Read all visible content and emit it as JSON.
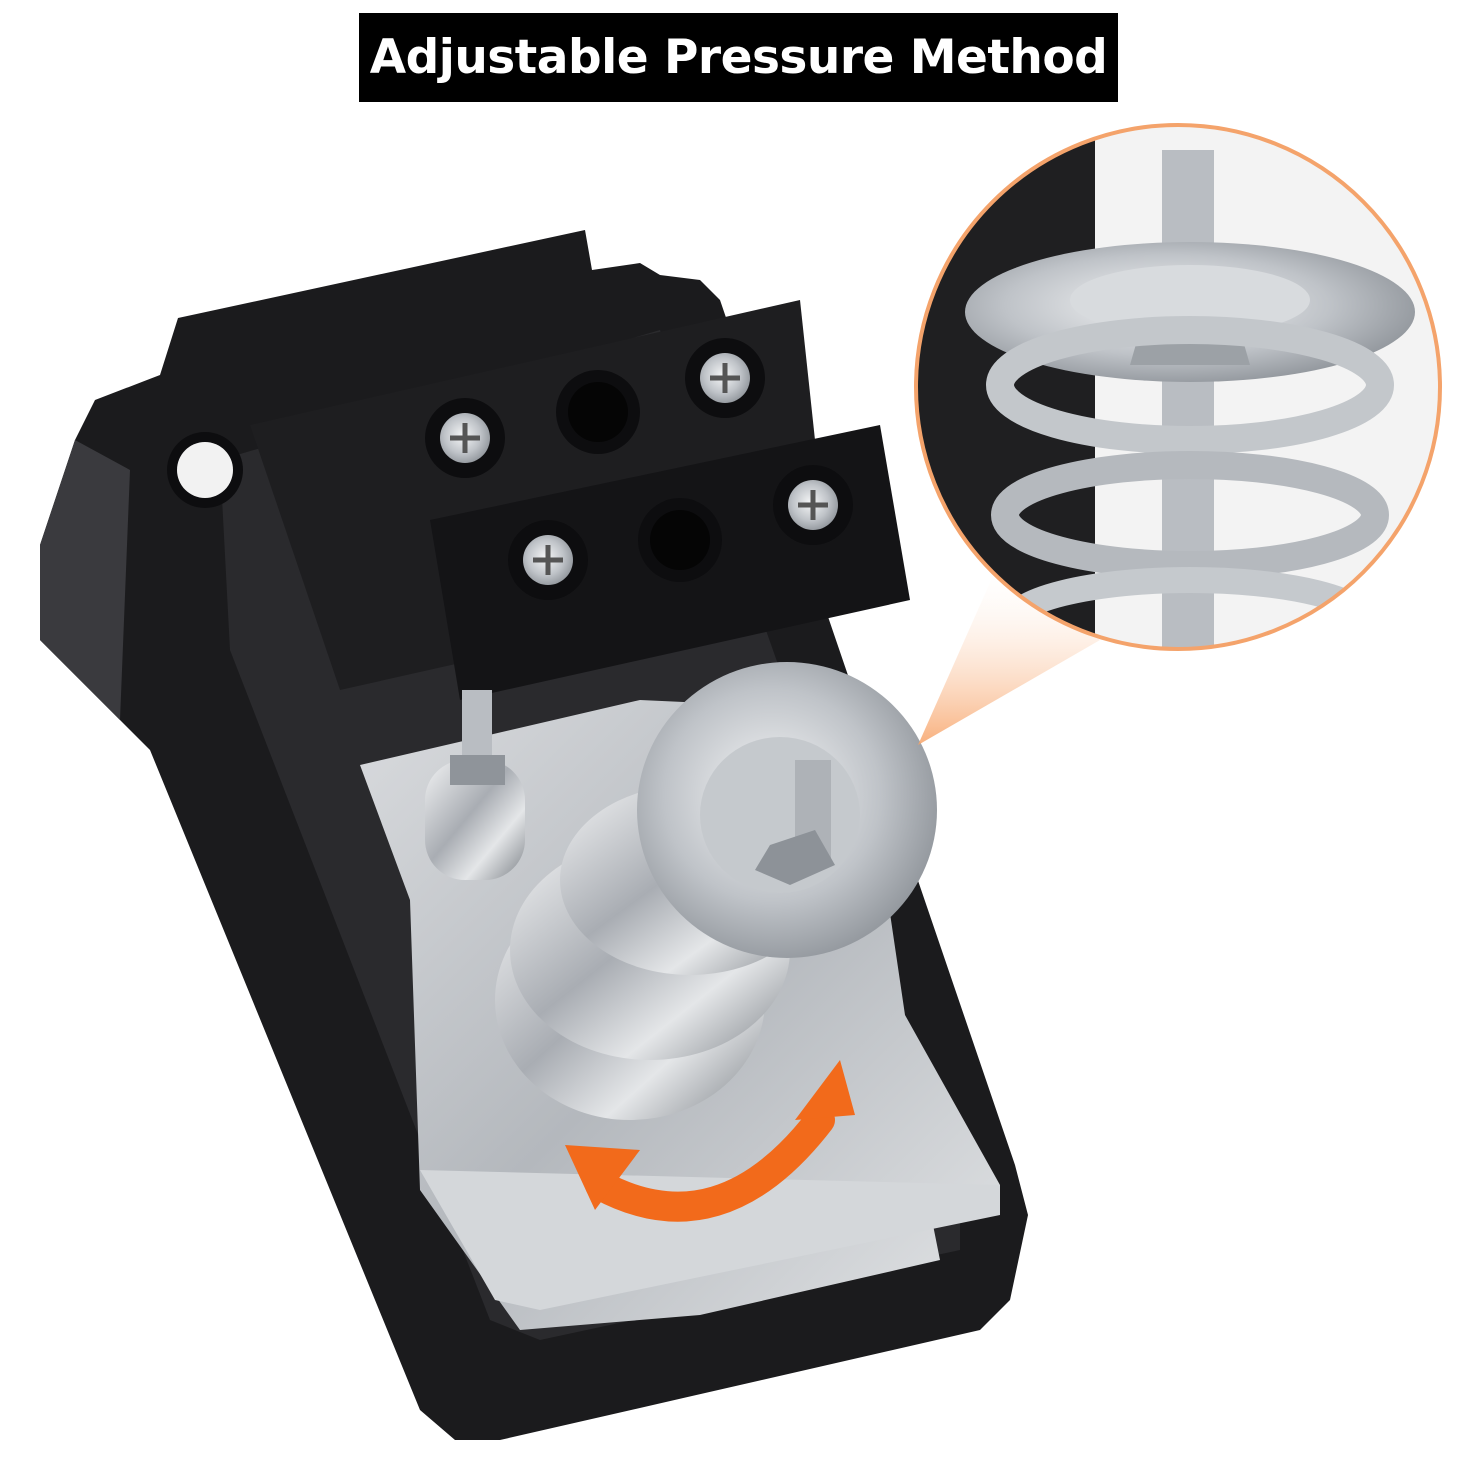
{
  "banner": {
    "title": "Adjustable Pressure Method"
  },
  "colors": {
    "banner_bg": "#000000",
    "banner_text": "#ffffff",
    "housing": "#1a1a1c",
    "metal": "#c9ccd0",
    "arrow": "#f26a1b",
    "callout_ring": "#f4a36b"
  },
  "illustration": {
    "subject": "pressure switch with adjustment spring",
    "icons": [
      "pressure-switch-body",
      "terminal-screw",
      "adjustment-spring",
      "zoom-callout",
      "rotation-arrow"
    ]
  }
}
